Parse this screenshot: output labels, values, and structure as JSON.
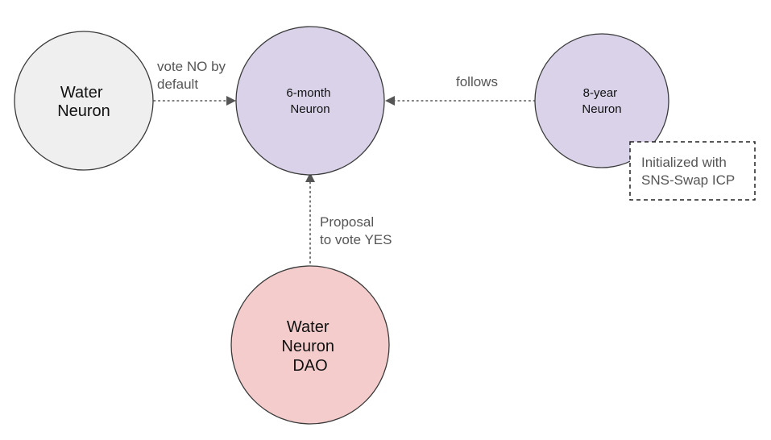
{
  "nodes": {
    "water_neuron": {
      "lines": [
        "Water",
        "Neuron"
      ],
      "fill": "#efefef"
    },
    "six_month": {
      "lines": [
        "6-month",
        "Neuron"
      ],
      "fill": "#d9d2e9"
    },
    "eight_year": {
      "lines": [
        "8-year",
        "Neuron"
      ],
      "fill": "#d9d2e9"
    },
    "dao": {
      "lines": [
        "Water",
        "Neuron",
        "DAO"
      ],
      "fill": "#f4cccc"
    }
  },
  "edges": {
    "vote_no": {
      "lines": [
        "vote NO by",
        "default"
      ]
    },
    "follows": {
      "lines": [
        "follows"
      ]
    },
    "proposal": {
      "lines": [
        "Proposal",
        "to vote YES"
      ]
    }
  },
  "note": {
    "lines": [
      "Initialized with",
      "SNS-Swap ICP"
    ]
  }
}
